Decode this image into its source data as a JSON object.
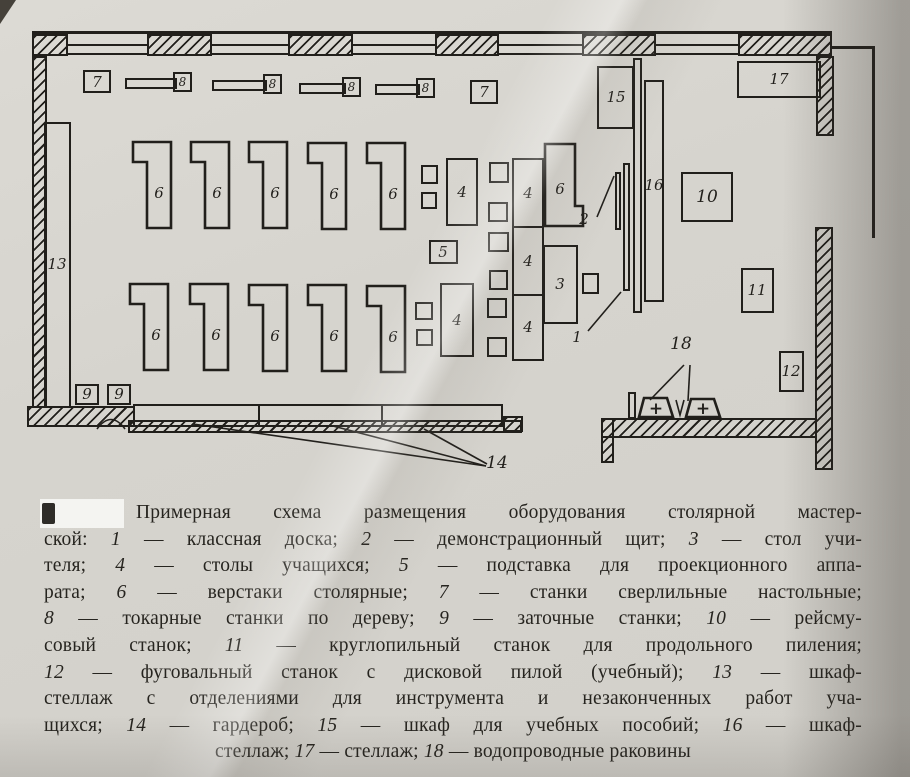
{
  "paper": {
    "background": "#d6d4ce",
    "ink": "#211f1b"
  },
  "diagram": {
    "labels": {
      "blackboard": "1",
      "demo_board": "2",
      "teacher_desk": "3",
      "student_table": "4",
      "projector_stand": "5",
      "workbench": "6",
      "drill_press": "7",
      "wood_lathe": "8",
      "grinder": "9",
      "thicknesser": "10",
      "circular_saw": "11",
      "jointer": "12",
      "tool_cabinet": "13",
      "wardrobe": "14",
      "aids_cabinet": "15",
      "shelf_cabinet": "16",
      "rack": "17",
      "sinks": "18"
    },
    "sink_cross": "+"
  },
  "caption": {
    "lines": [
      "Примерная схема размещения оборудования столярной мастер-",
      "ской: 1 — классная доска; 2 — демонстрационный щит; 3 — стол учи-",
      "теля; 4 — столы учащихся; 5 — подставка для проекционного аппа-",
      "рата; 6 — верстаки столярные; 7 — станки сверлильные настольные;",
      "8 — токарные станки по дереву; 9 — заточные станки; 10 — рейсму-",
      "совый станок; 11 — круглопильный станок для продольного пиления;",
      "12 — фуговальный станок с дисковой пилой (учебный); 13 — шкаф-",
      "стеллаж с отделениями для инструмента и незаконченных работ уча-",
      "щихся; 14 — гардероб; 15 — шкаф для учебных пособий; 16 — шкаф-",
      "стеллаж; 17 — стеллаж; 18 — водопроводные раковины"
    ]
  }
}
